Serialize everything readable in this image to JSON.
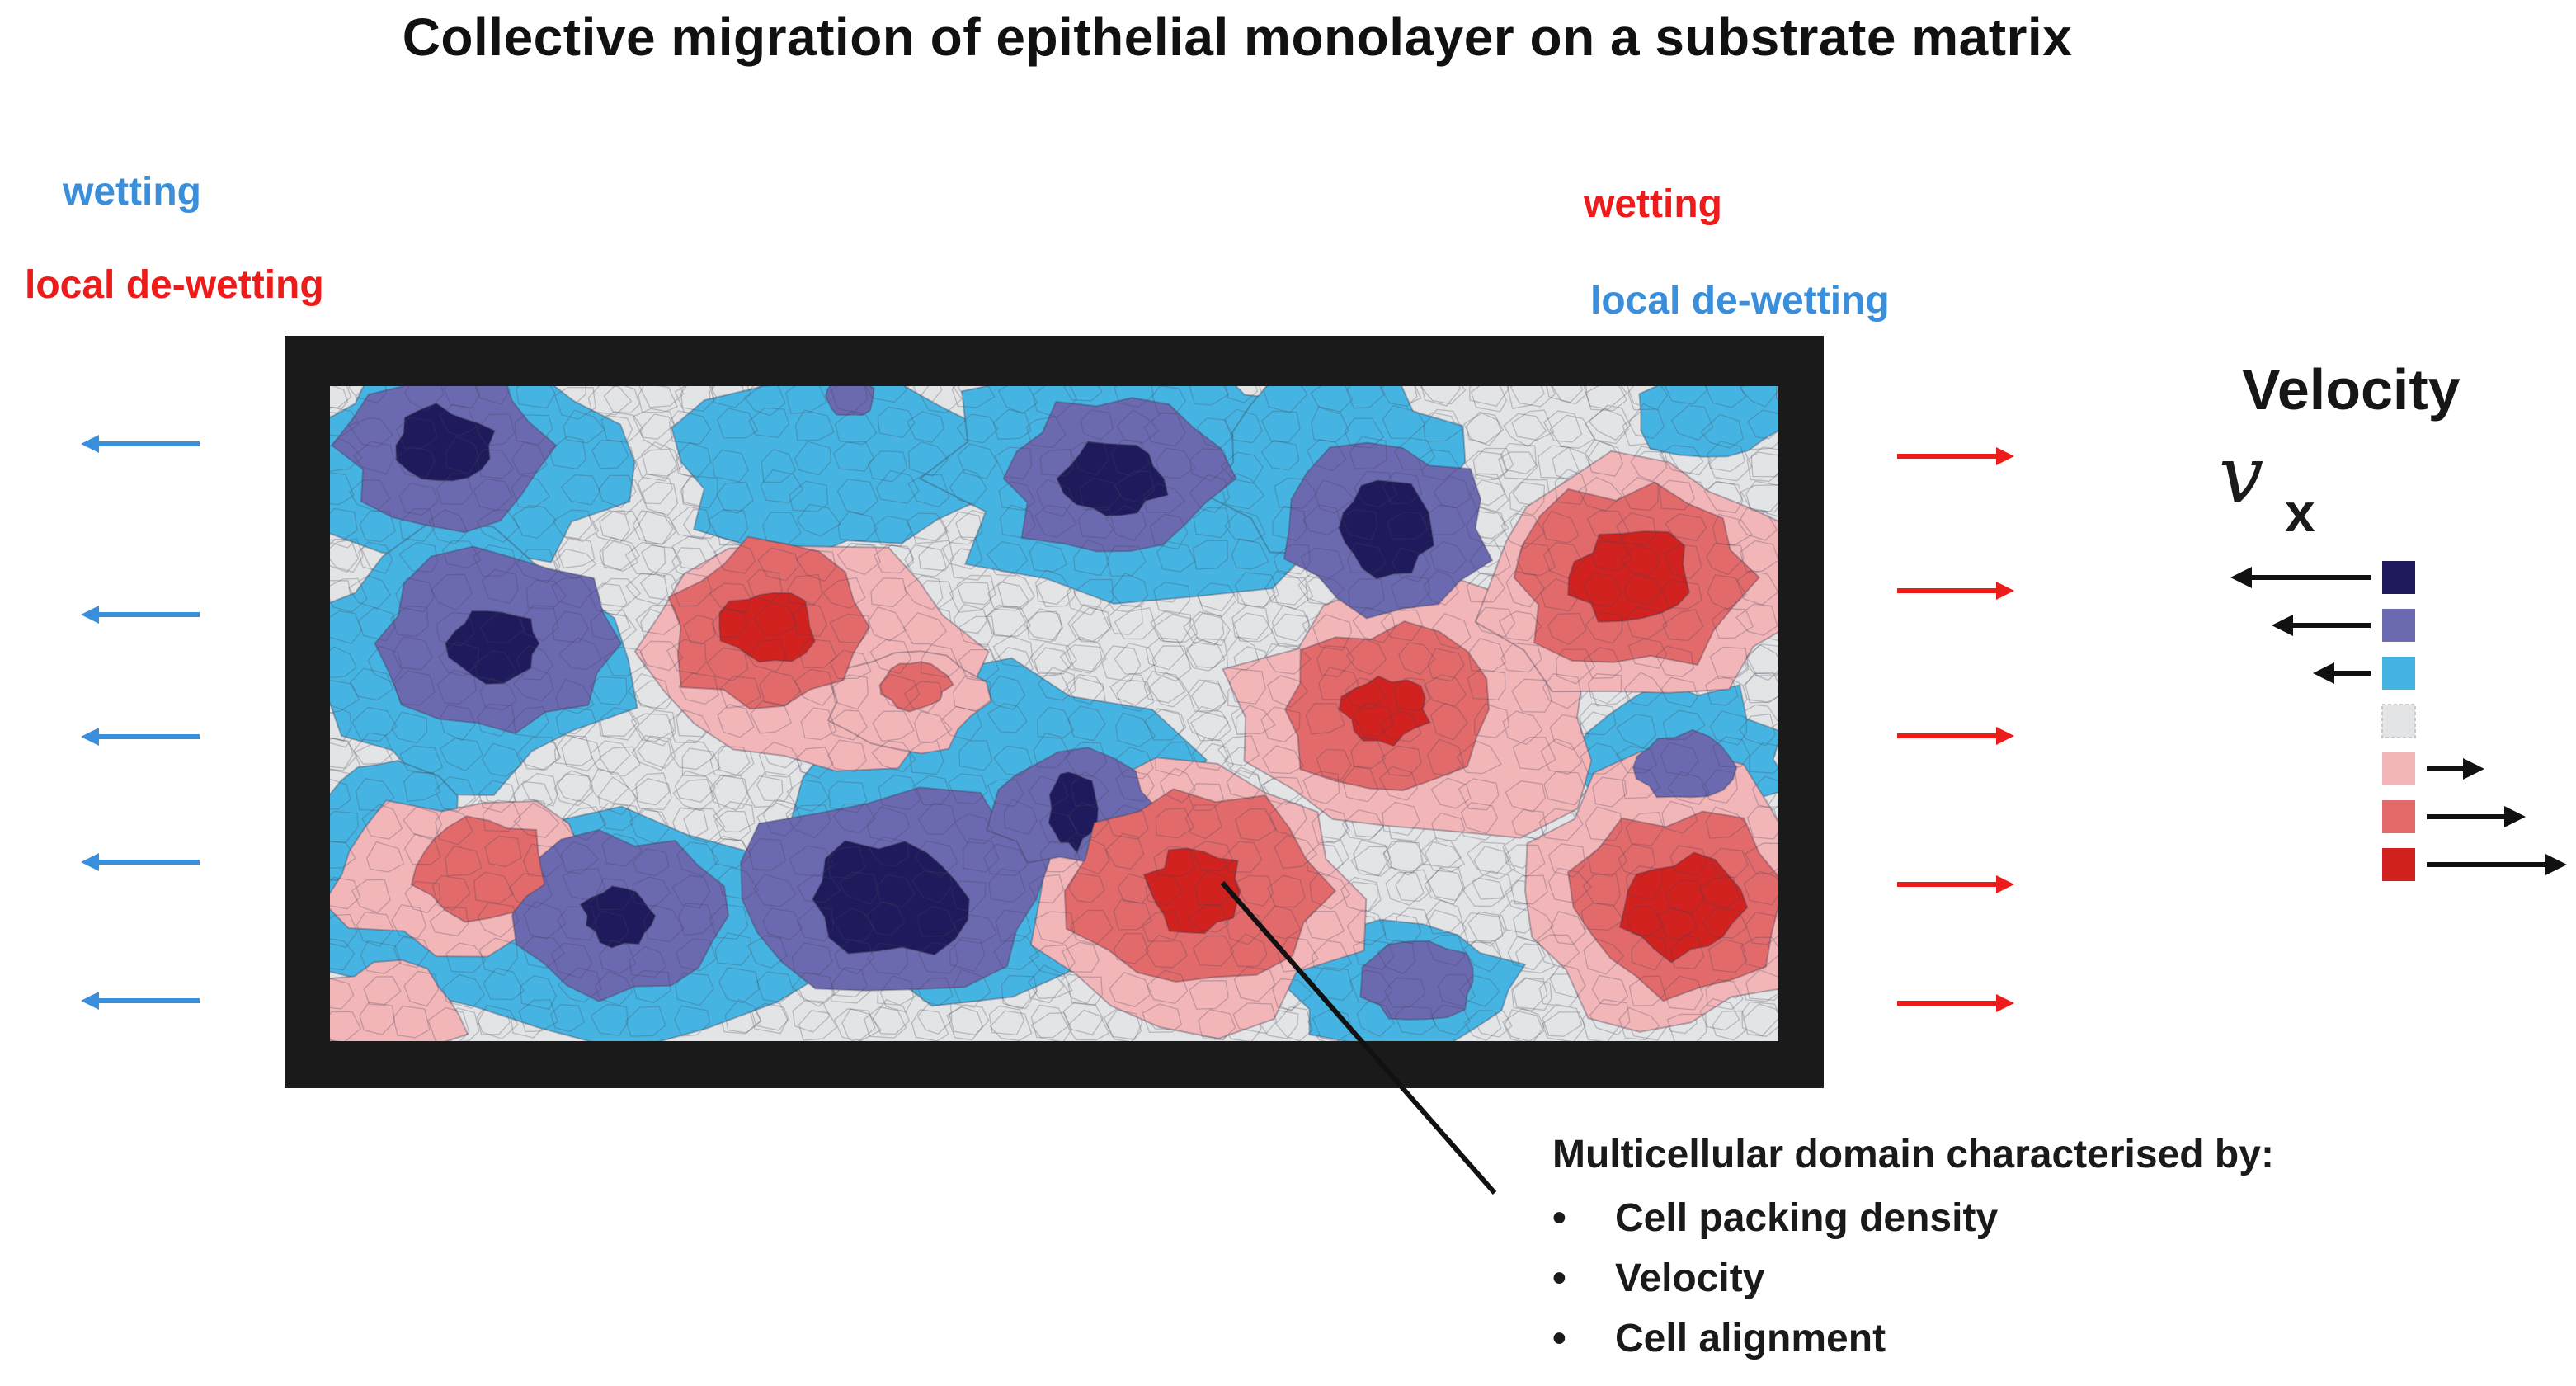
{
  "title": "Collective migration of epithelial monolayer on a substrate matrix",
  "colors": {
    "blue_label": "#3a8fdd",
    "red_label": "#ee1b1b",
    "dark_blue": "#1f1a5c",
    "medium_blue": "#6b69b0",
    "cyan": "#46b4e2",
    "neutral": "#e3e4e6",
    "light_red": "#f2b5b8",
    "medium_red": "#e26a6a",
    "dark_red": "#d1221f",
    "frame": "#1a1a1a"
  },
  "left_side": {
    "upper_label": "wetting",
    "lower_label": "local de-wetting",
    "arrow_direction": "left",
    "arrow_count": 5
  },
  "right_side": {
    "upper_label": "wetting",
    "lower_label": "local de-wetting",
    "arrow_direction": "right",
    "arrow_count": 5
  },
  "legend": {
    "title": "Velocity",
    "symbol": "v",
    "symbol_subscript": "x",
    "rows": [
      {
        "color": "dark_blue",
        "arrow": "left",
        "arrow_length": "long"
      },
      {
        "color": "medium_blue",
        "arrow": "left",
        "arrow_length": "medium"
      },
      {
        "color": "cyan",
        "arrow": "left",
        "arrow_length": "short"
      },
      {
        "color": "neutral",
        "arrow": "none",
        "arrow_length": "none"
      },
      {
        "color": "light_red",
        "arrow": "right",
        "arrow_length": "short"
      },
      {
        "color": "medium_red",
        "arrow": "right",
        "arrow_length": "medium"
      },
      {
        "color": "dark_red",
        "arrow": "right",
        "arrow_length": "long"
      }
    ]
  },
  "annotation": {
    "heading": "Multicellular domain characterised by:",
    "bullet": "•",
    "items": [
      "Cell packing density",
      "Velocity",
      "Cell alignment"
    ]
  }
}
